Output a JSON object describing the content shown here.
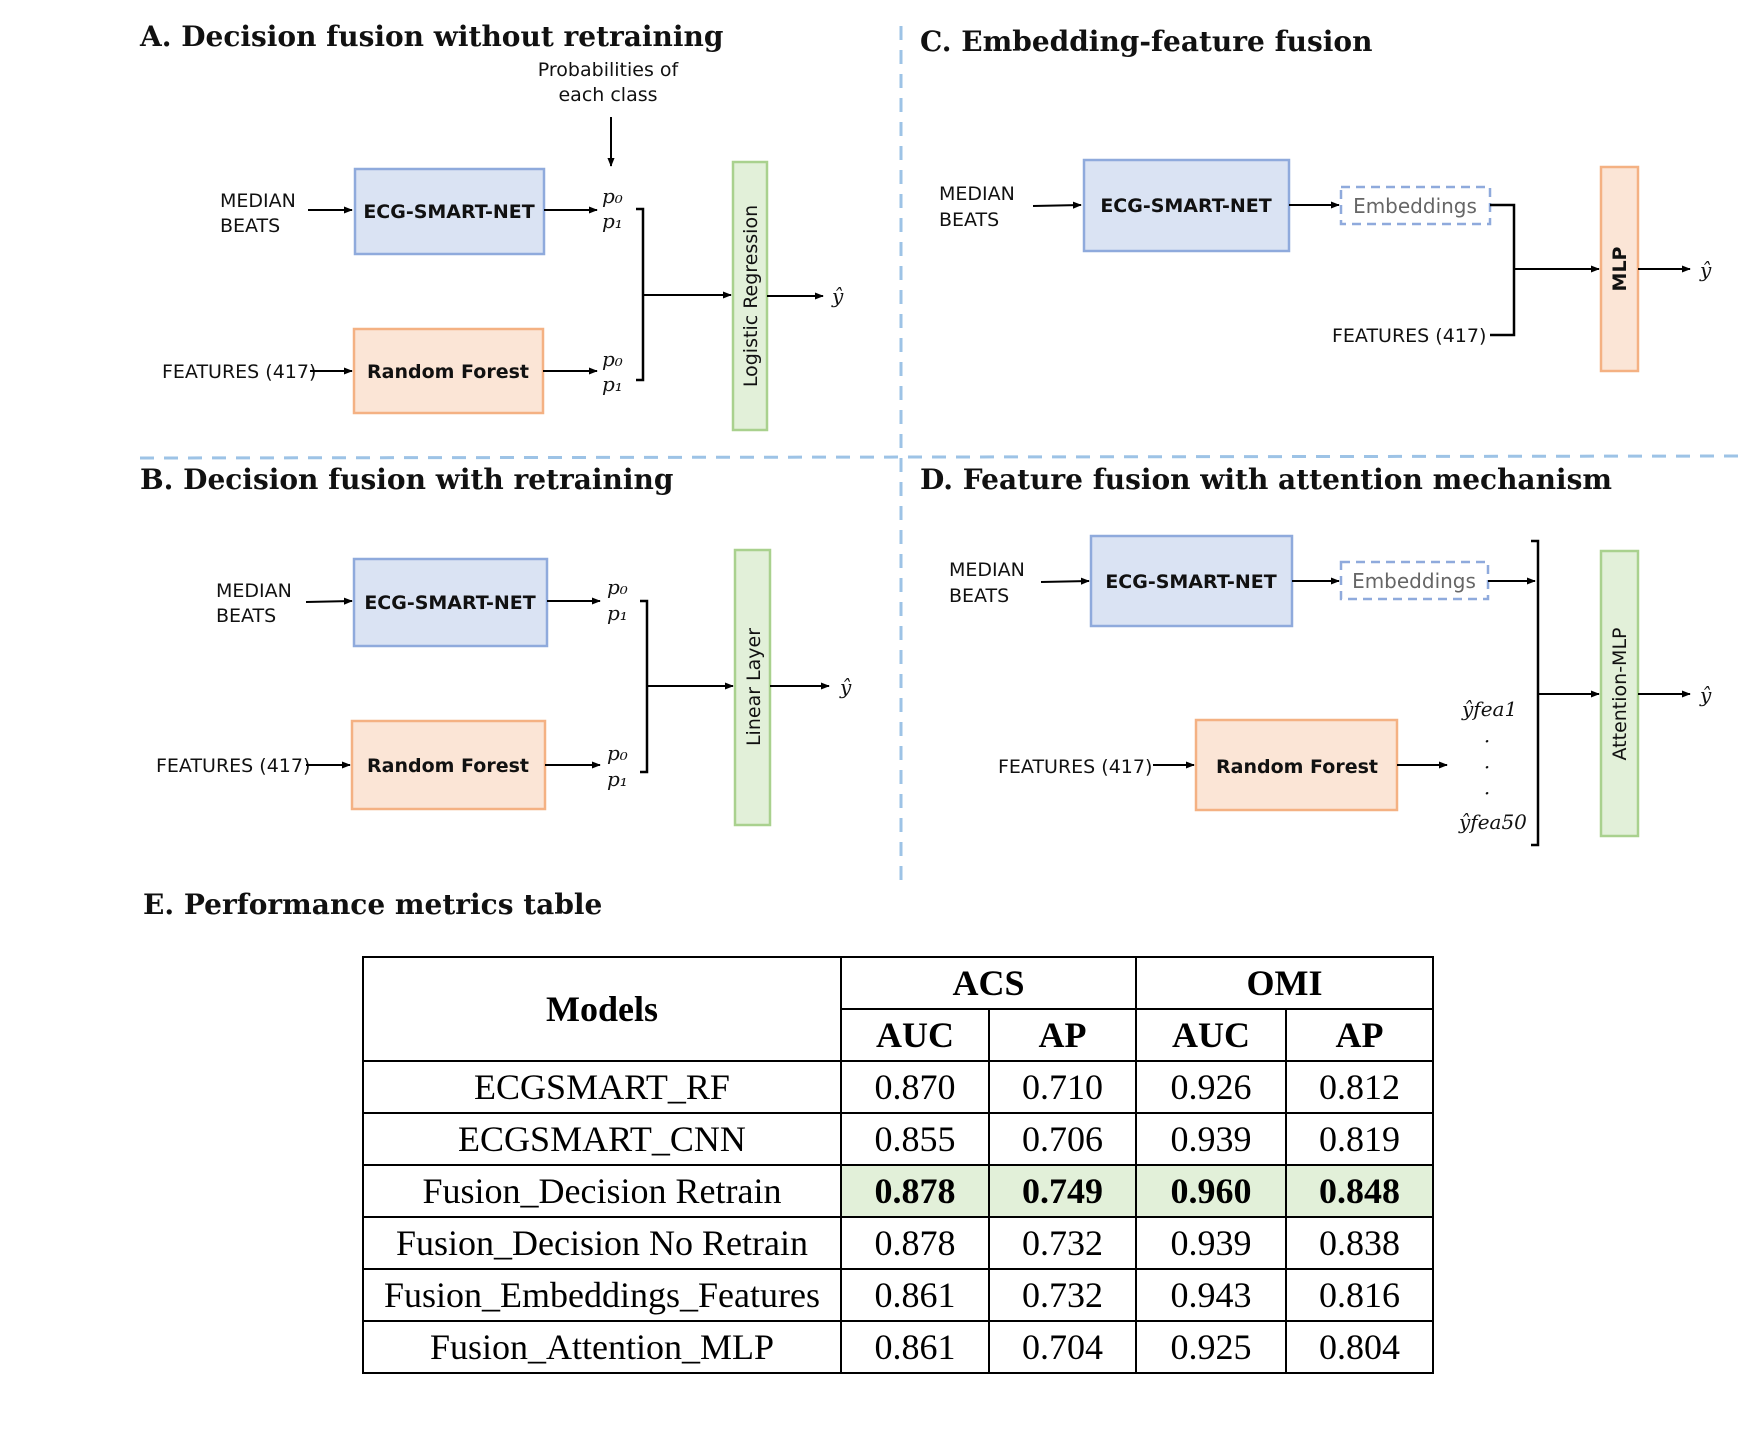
{
  "panels": {
    "a": {
      "title": "A. Decision fusion without retraining",
      "annotation_line1": "Probabilities of",
      "annotation_line2": "each class",
      "input1_line1": "MEDIAN",
      "input1_line2": "BEATS",
      "model1": "ECG-SMART-NET",
      "input2": "FEATURES (417)",
      "model2": "Random Forest",
      "p0": "p₀",
      "p1": "p₁",
      "fusion": "Logistic Regression",
      "output": "ŷ"
    },
    "b": {
      "title": "B. Decision fusion with retraining",
      "input1_line1": "MEDIAN",
      "input1_line2": "BEATS",
      "model1": "ECG-SMART-NET",
      "input2": "FEATURES (417)",
      "model2": "Random Forest",
      "p0": "p₀",
      "p1": "p₁",
      "fusion": "Linear Layer",
      "output": "ŷ"
    },
    "c": {
      "title": "C. Embedding-feature fusion",
      "input1_line1": "MEDIAN",
      "input1_line2": "BEATS",
      "model1": "ECG-SMART-NET",
      "embeddings": "Embeddings",
      "input2": "FEATURES (417)",
      "fusion": "MLP",
      "output": "ŷ"
    },
    "d": {
      "title": "D. Feature fusion with attention mechanism",
      "input1_line1": "MEDIAN",
      "input1_line2": "BEATS",
      "model1": "ECG-SMART-NET",
      "embeddings": "Embeddings",
      "input2": "FEATURES (417)",
      "model2": "Random Forest",
      "yfea1": "ŷfea1",
      "yfea50": "ŷfea50",
      "fusion": "Attention-MLP",
      "output": "ŷ"
    },
    "e": {
      "title": "E. Performance metrics table"
    }
  },
  "table": {
    "models_header": "Models",
    "groups": [
      "ACS",
      "OMI"
    ],
    "metrics": [
      "AUC",
      "AP",
      "AUC",
      "AP"
    ],
    "rows": [
      {
        "model": "ECGSMART_RF",
        "values": [
          "0.870",
          "0.710",
          "0.926",
          "0.812"
        ],
        "highlight": false
      },
      {
        "model": "ECGSMART_CNN",
        "values": [
          "0.855",
          "0.706",
          "0.939",
          "0.819"
        ],
        "highlight": false
      },
      {
        "model": "Fusion_Decision Retrain",
        "values": [
          "0.878",
          "0.749",
          "0.960",
          "0.848"
        ],
        "highlight": true
      },
      {
        "model": "Fusion_Decision No Retrain",
        "values": [
          "0.878",
          "0.732",
          "0.939",
          "0.838"
        ],
        "highlight": false
      },
      {
        "model": "Fusion_Embeddings_Features",
        "values": [
          "0.861",
          "0.732",
          "0.943",
          "0.816"
        ],
        "highlight": false
      },
      {
        "model": "Fusion_Attention_MLP",
        "values": [
          "0.861",
          "0.704",
          "0.925",
          "0.804"
        ],
        "highlight": false
      }
    ]
  },
  "colors": {
    "ecg_box_fill": "#dae3f3",
    "ecg_box_stroke": "#8faadc",
    "rf_box_fill": "#fbe5d6",
    "rf_box_stroke": "#f4b183",
    "fusion_box_fill": "#e2f0d9",
    "fusion_box_stroke": "#a9d18e",
    "divider": "#9dc3e6",
    "highlight_cell": "#e2f0d9"
  }
}
